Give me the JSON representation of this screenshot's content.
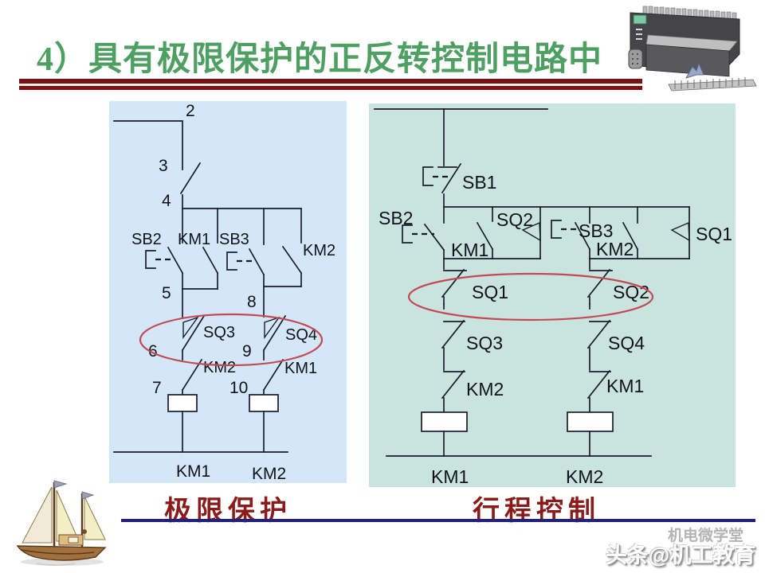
{
  "title": "4）具有极限保护的正反转控制电路中",
  "captions": {
    "left": "极限保护",
    "right": "行程控制"
  },
  "watermark": {
    "studio": "机电微学堂",
    "channel": "头条@机工教育"
  },
  "colors": {
    "title_green": "#4e9f62",
    "underline_red": "#7a1113",
    "caption_red": "#8b1a1a",
    "left_panel_bg": "#d3e7f8",
    "right_panel_bg": "#c9e4de",
    "highlight_ellipse": "#c24a55",
    "divider_navy": "#22227c"
  },
  "left_diagram": {
    "nodes": {
      "n2": "2",
      "n3": "3",
      "n4": "4",
      "n5": "5",
      "n6": "6",
      "n7": "7",
      "n8": "8",
      "n9": "9",
      "n10": "10"
    },
    "labels": {
      "sb2": "SB2",
      "km1_aux": "KM1",
      "sb3": "SB3",
      "km2_aux": "KM2",
      "sq3": "SQ3",
      "sq4": "SQ4",
      "km2_nc": "KM2",
      "km1_nc": "KM1",
      "km1_coil": "KM1",
      "km2_coil": "KM2"
    }
  },
  "right_diagram": {
    "labels": {
      "sb1": "SB1",
      "sb2": "SB2",
      "km1_aux": "KM1",
      "sq2_no": "SQ2",
      "sb3": "SB3",
      "km2_aux": "KM2",
      "sq1_no": "SQ1",
      "sq1_nc": "SQ1",
      "sq2_nc": "SQ2",
      "sq3_nc": "SQ3",
      "sq4_nc": "SQ4",
      "km2_nc": "KM2",
      "km1_nc": "KM1",
      "km1_coil": "KM1",
      "km2_coil": "KM2"
    }
  }
}
